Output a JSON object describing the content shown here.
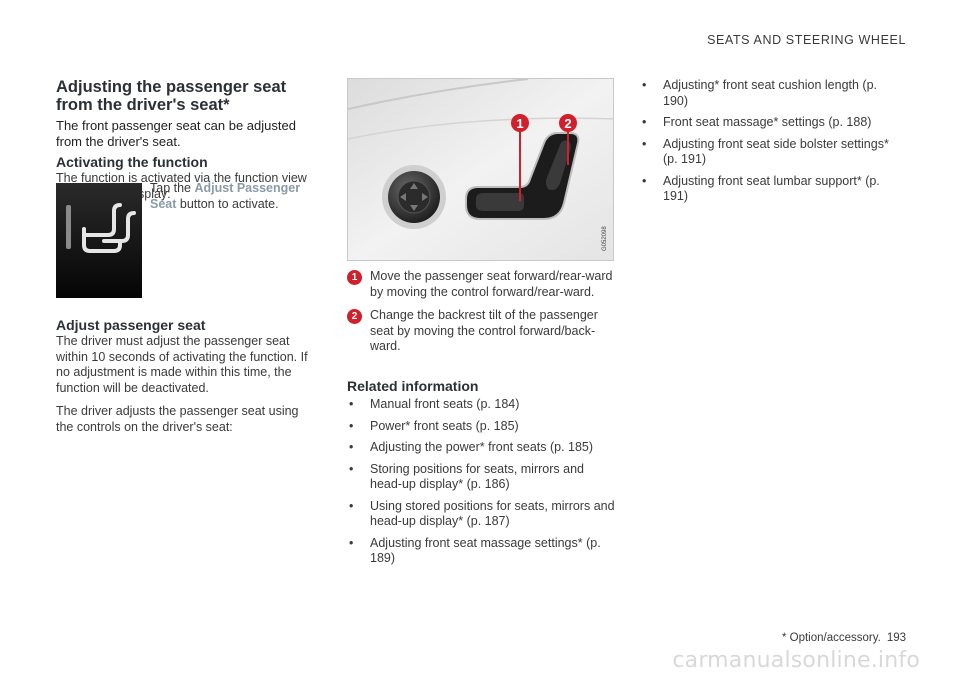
{
  "header": {
    "section": "SEATS AND STEERING WHEEL"
  },
  "col1": {
    "title": "Adjusting the passenger seat from the driver's seat*",
    "lead": "The front passenger seat can be adjusted from the driver's seat.",
    "activate_heading": "Activating the function",
    "activate_text": "The function is activated via the function view in the center display:",
    "tap_prefix": "Tap the ",
    "tap_button_name": "Adjust Passenger Seat",
    "tap_suffix": " button to activate.",
    "adjust_heading": "Adjust passenger seat",
    "adjust_text1": "The driver must adjust the passenger seat within 10 seconds of activating the function. If no adjustment is made within this time, the function will be deactivated.",
    "adjust_text2": "The driver adjusts the passenger seat using the controls on the driver's seat:"
  },
  "figure": {
    "code": "G052098",
    "callout1": "1",
    "callout2": "2",
    "accent": "#d11f2b"
  },
  "callouts": [
    {
      "num": "1",
      "text": "Move the passenger seat forward/rear-ward by moving the control forward/rear-ward."
    },
    {
      "num": "2",
      "text": "Change the backrest tilt of the passenger seat by moving the control forward/back-ward."
    }
  ],
  "related": {
    "heading": "Related information",
    "items": [
      "Manual front seats (p. 184)",
      "Power* front seats (p. 185)",
      "Adjusting the power* front seats (p. 185)",
      "Storing positions for seats, mirrors and head-up display* (p. 186)",
      "Using stored positions for seats, mirrors and head-up display* (p. 187)",
      "Adjusting front seat massage settings* (p. 189)"
    ]
  },
  "col3": {
    "items": [
      "Adjusting* front seat cushion length (p. 190)",
      "Front seat massage* settings (p. 188)",
      "Adjusting front seat side bolster settings* (p. 191)",
      "Adjusting front seat lumbar support* (p. 191)"
    ]
  },
  "footer": {
    "note": "* Option/accessory.",
    "page": "193"
  },
  "watermark": "carmanualsonline.info"
}
